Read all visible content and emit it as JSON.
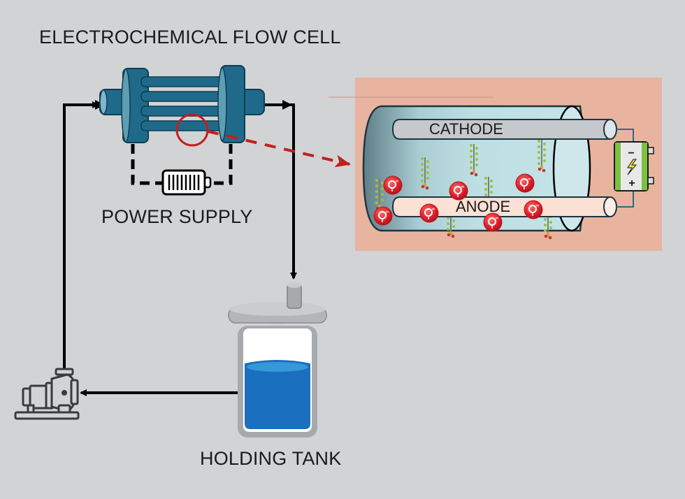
{
  "labels": {
    "title": "ELECTROCHEMICAL FLOW CELL",
    "power_supply": "POWER SUPPLY",
    "holding_tank": "HOLDING TANK",
    "cathode": "CATHODE",
    "anode": "ANODE",
    "battery_minus": "−",
    "battery_plus": "+",
    "radical": "O"
  },
  "colors": {
    "background": "#d2d3d5",
    "flow_cell": "#1f6a8a",
    "flow_cell_dark": "#0f3d52",
    "zoom_panel": "#e8b4a0",
    "zoom_indicator": "#c0201e",
    "liquid": "#1a6fbf",
    "liquid_surface": "#3598d8",
    "flow_line": "#000000",
    "radical": "#e0202a",
    "battery_green": "#7cc242"
  },
  "components": {
    "flow_cell": "electrochemical-flow-cell",
    "power_supply": "power-supply",
    "holding_tank": "holding-tank",
    "pump": "pump",
    "zoom_detail": "electrode-chamber-detail"
  }
}
